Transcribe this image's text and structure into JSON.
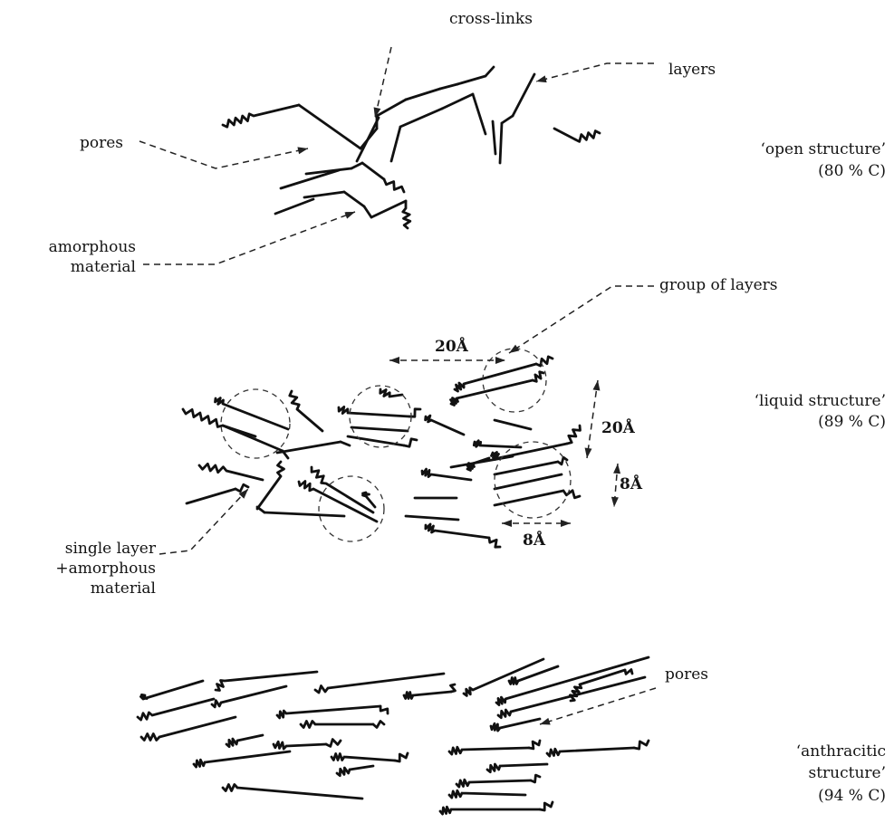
{
  "labels": {
    "cross_links": "cross-links",
    "layers": "layers",
    "pores_top": "pores",
    "amorphous_line1": "amorphous",
    "amorphous_line2": "material",
    "open_line1": "‘open structure’",
    "open_line2": "(80 % C)",
    "group_of_layers": "group of layers",
    "dim_20_horizontal": "20Å",
    "dim_20_vertical": "20Å",
    "dim_8_vertical": "8Å",
    "dim_8_horizontal": "8Å",
    "liquid_line1": "‘liquid structure’",
    "liquid_line2": "(89 % C)",
    "single_line1": "single layer",
    "single_line2": "+amorphous",
    "single_line3": "material",
    "pores_bottom": "pores",
    "anthracitic_line1": "‘anthracitic",
    "anthracitic_line2": "structure’",
    "anthracitic_line3": "(94 % C)"
  }
}
